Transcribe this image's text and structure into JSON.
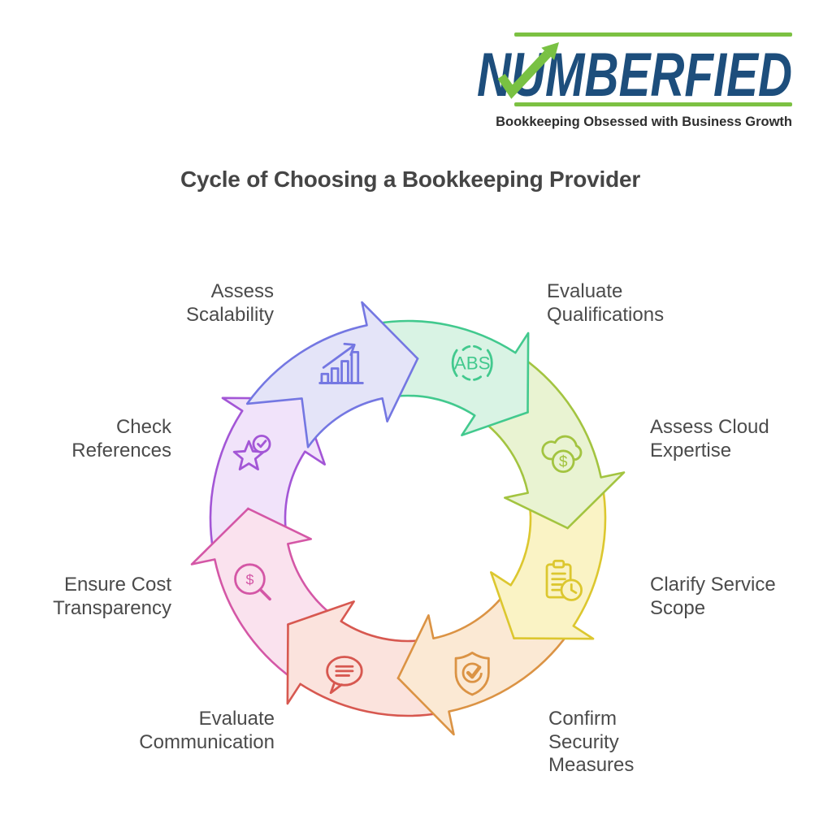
{
  "logo": {
    "brand": "NUMBERFIED",
    "tagline": "Bookkeeping Obsessed with Business Growth",
    "accent_green": "#7cc142",
    "navy": "#1d4e7c"
  },
  "title": "Cycle of Choosing a Bookkeeping Provider",
  "text_color": "#4b4b4b",
  "steps": [
    {
      "label": "Assess Scalability",
      "lines": [
        "Assess",
        "Scalability"
      ],
      "icon": "bar-chart-growth-icon",
      "stroke": "#7477e2",
      "fill": "#e4e4f8"
    },
    {
      "label": "Evaluate Qualifications",
      "lines": [
        "Evaluate",
        "Qualifications"
      ],
      "icon": "abs-badge-icon",
      "stroke": "#42c98e",
      "fill": "#d9f3e4",
      "icon_text": "ABS"
    },
    {
      "label": "Assess Cloud Expertise",
      "lines": [
        "Assess Cloud",
        "Expertise"
      ],
      "icon": "cloud-dollar-icon",
      "stroke": "#a3c440",
      "fill": "#e9f3d2",
      "icon_text": "$"
    },
    {
      "label": "Clarify Service Scope",
      "lines": [
        "Clarify Service",
        "Scope"
      ],
      "icon": "clipboard-clock-icon",
      "stroke": "#dcc72f",
      "fill": "#faf3c5"
    },
    {
      "label": "Confirm Security Measures",
      "lines": [
        "Confirm",
        "Security",
        "Measures"
      ],
      "icon": "shield-check-icon",
      "stroke": "#db9344",
      "fill": "#fbe9d4"
    },
    {
      "label": "Evaluate Communication",
      "lines": [
        "Evaluate",
        "Communication"
      ],
      "icon": "chat-bubble-icon",
      "stroke": "#d75850",
      "fill": "#fbe3dd"
    },
    {
      "label": "Ensure Cost Transparency",
      "lines": [
        "Ensure Cost",
        "Transparency"
      ],
      "icon": "magnifier-dollar-icon",
      "stroke": "#d457a6",
      "fill": "#fae2ee",
      "icon_text": "$"
    },
    {
      "label": "Check References",
      "lines": [
        "Check",
        "References"
      ],
      "icon": "star-check-icon",
      "stroke": "#a356d6",
      "fill": "#f1e3fa"
    }
  ]
}
